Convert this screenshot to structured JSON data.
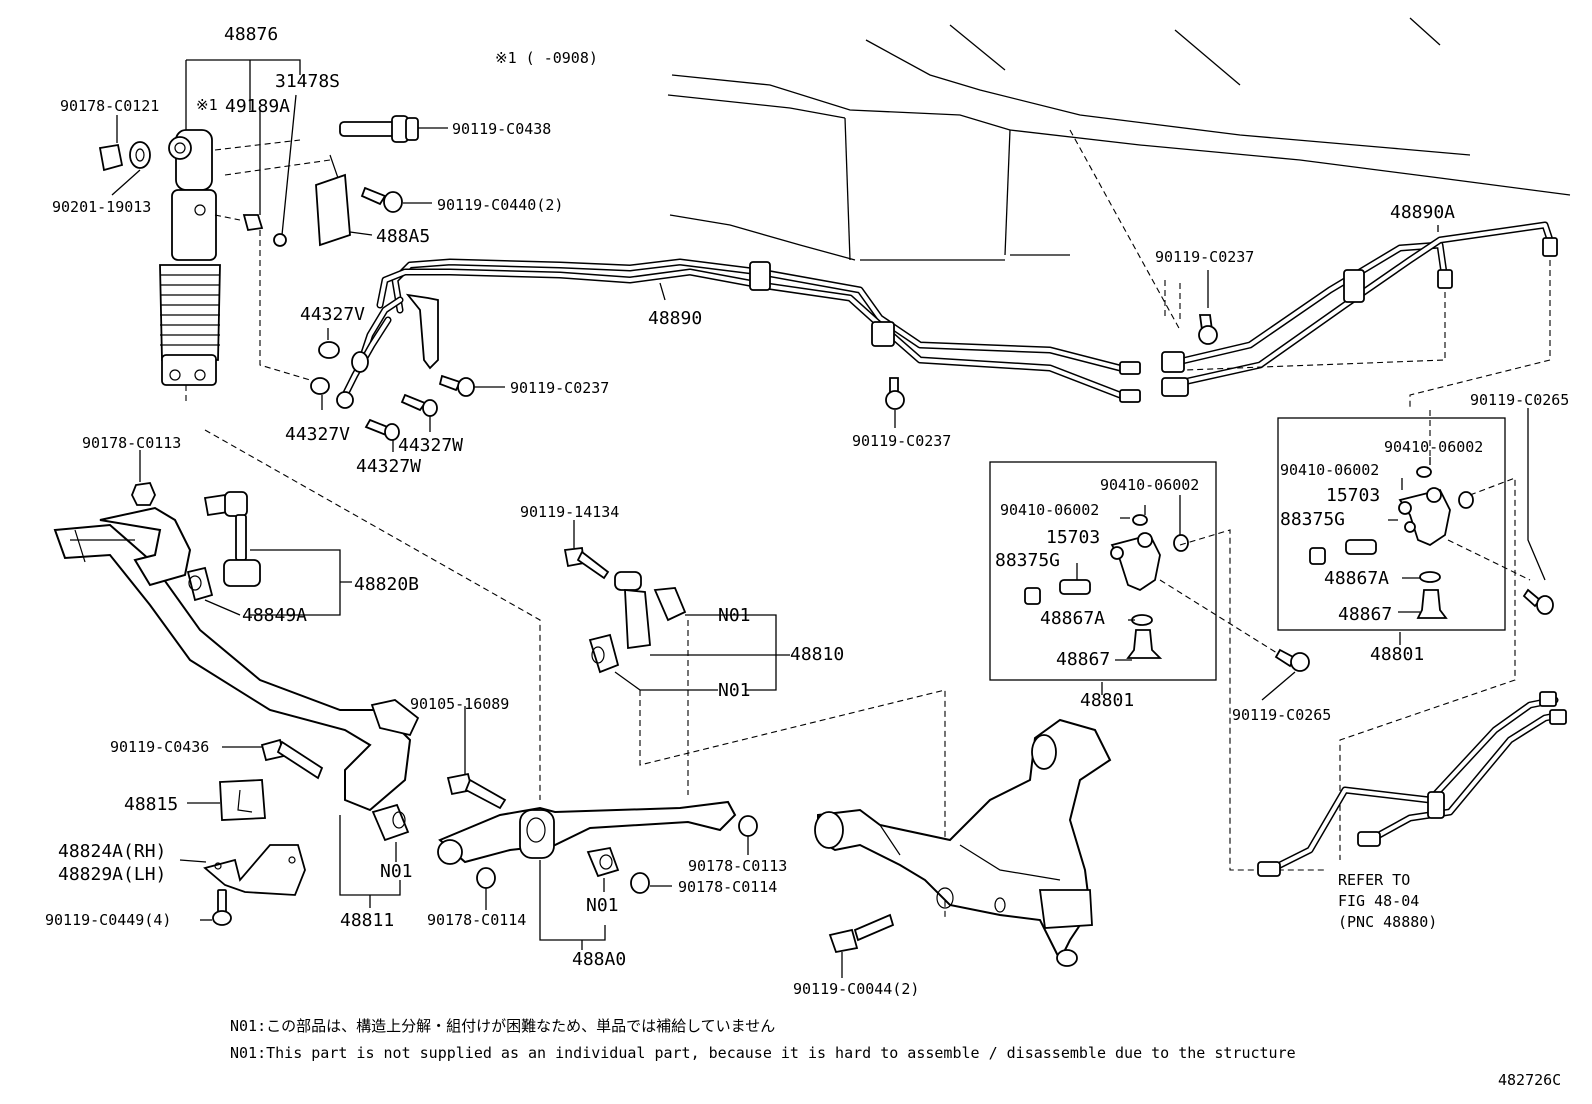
{
  "labels": {
    "p48876": "48876",
    "p31478s": "31478S",
    "p49189a": "49189A",
    "mark1": "※1",
    "note1": "※1 (     -0908)",
    "p90178c0121": "90178-C0121",
    "p90201_19013": "90201-19013",
    "p90119c0438": "90119-C0438",
    "p90119c0440": "90119-C0440(2)",
    "p488a5": "488A5",
    "p44327v_a": "44327V",
    "p44327v_b": "44327V",
    "p44327w_a": "44327W",
    "p44327w_b": "44327W",
    "p90119c0237_a": "90119-C0237",
    "p90119c0237_b": "90119-C0237",
    "p90119c0237_c": "90119-C0237",
    "p48890": "48890",
    "p48890a": "48890A",
    "p90119c0265_a": "90119-C0265",
    "p90119c0265_b": "90119-C0265",
    "p90410_a": "90410-06002",
    "p90410_b": "90410-06002",
    "p90410_c": "90410-06002",
    "p90410_d": "90410-06002",
    "p15703_a": "15703",
    "p15703_b": "15703",
    "p88375g_a": "88375G",
    "p88375g_b": "88375G",
    "p48867a_a": "48867A",
    "p48867a_b": "48867A",
    "p48867_a": "48867",
    "p48867_b": "48867",
    "p48801_a": "48801",
    "p48801_b": "48801",
    "p90178c0113_a": "90178-C0113",
    "p90178c0113_b": "90178-C0113",
    "p48820b": "48820B",
    "p48849a": "48849A",
    "p90119_14134": "90119-14134",
    "n01_a": "N01",
    "n01_b": "N01",
    "n01_c": "N01",
    "n01_d": "N01",
    "p48810": "48810",
    "p90105_16089": "90105-16089",
    "p90119c0436": "90119-C0436",
    "p48815": "48815",
    "p48824a": "48824A(RH)",
    "p48829a": "48829A(LH)",
    "p90119c0449": "90119-C0449(4)",
    "p48811": "48811",
    "p90178c0114_a": "90178-C0114",
    "p90178c0114_b": "90178-C0114",
    "p488a0": "488A0",
    "p90119c0044": "90119-C0044(2)",
    "refer1": "REFER TO",
    "refer2": "FIG 48-04",
    "refer3": "(PNC 48880)",
    "footnote_jp": "N01:この部品は、構造上分解・組付けが困難なため、単品では補給していません",
    "footnote_en": "N01:This part is not supplied as an individual part, because it is hard to assemble / disassemble due to the structure",
    "figure_id": "482726C"
  }
}
